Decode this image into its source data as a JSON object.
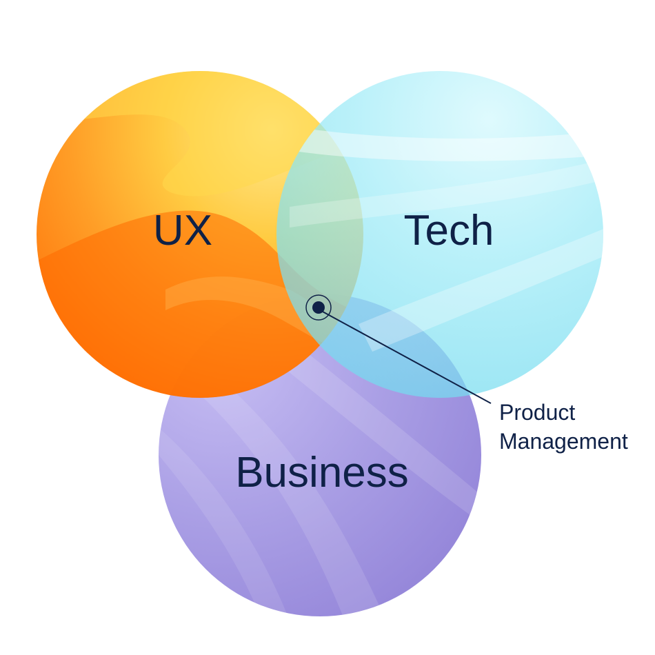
{
  "diagram": {
    "type": "venn",
    "circles": [
      {
        "id": "ux",
        "label": "UX",
        "color_main": "#ff8a1a",
        "color_light": "#ffd24a",
        "color_dark": "#ff6a00"
      },
      {
        "id": "tech",
        "label": "Tech",
        "color_main": "#7fe0f2",
        "color_light": "#c4f5fc",
        "color_dark": "#5fd3ea"
      },
      {
        "id": "business",
        "label": "Business",
        "color_main": "#a395e0",
        "color_light": "#c9c0f4",
        "color_dark": "#8f7fd6"
      }
    ],
    "intersection": {
      "label_line1": "Product",
      "label_line2": "Management",
      "marker_color": "#0f2147"
    },
    "text_color": "#0f2147"
  }
}
